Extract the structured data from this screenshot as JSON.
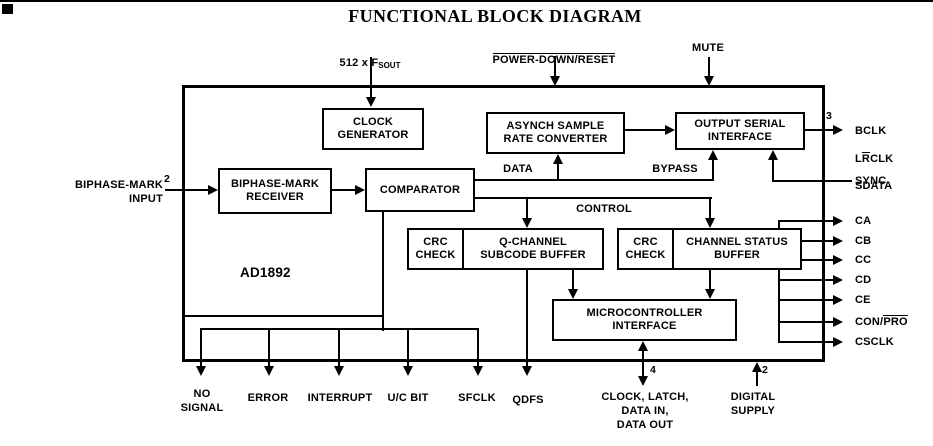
{
  "title": "FUNCTIONAL BLOCK DIAGRAM",
  "chip_label": "AD1892",
  "top_pins": {
    "clock_prefix": "512 x F",
    "clock_sub": "SOUT",
    "power_down": "POWER-DOWN/RESET",
    "mute": "MUTE"
  },
  "left_pins": {
    "biphase_label": "BIPHASE-MARK\nINPUT",
    "biphase_width": "2"
  },
  "blocks": {
    "clock_generator": "CLOCK\nGENERATOR",
    "asrc": "ASYNCH SAMPLE\nRATE CONVERTER",
    "output_serial": "OUTPUT SERIAL\nINTERFACE",
    "biphase_receiver": "BIPHASE-MARK\nRECEIVER",
    "comparator": "COMPARATOR",
    "crc_check_left": "CRC\nCHECK",
    "q_subcode_buffer": "Q-CHANNEL\nSUBCODE BUFFER",
    "crc_check_right": "CRC\nCHECK",
    "channel_status_buffer": "CHANNEL STATUS\nBUFFER",
    "microcontroller_interface": "MICROCONTROLLER\nINTERFACE"
  },
  "wire_labels": {
    "data": "DATA",
    "bypass": "BYPASS",
    "control": "CONTROL"
  },
  "right_pins": {
    "serial_width": "3",
    "bclk": "BCLK",
    "lrclk_l": "L",
    "lrclk_r": "R",
    "lrclk_clk": "CLK",
    "sdata": "SDATA",
    "sync": "SYNC",
    "status": [
      "CA",
      "CB",
      "CC",
      "CD",
      "CE"
    ],
    "con_pro_prefix": "CON/",
    "con_pro_over": "PRO",
    "csclk": "CSCLK"
  },
  "bottom_pins": {
    "no_signal": "NO\nSIGNAL",
    "error": "ERROR",
    "interrupt": "INTERRUPT",
    "uc_bit": "U/C BIT",
    "sfclk": "SFCLK",
    "qdfs": "QDFS",
    "mc_width": "4",
    "mc_signals": "CLOCK, LATCH,\nDATA IN,\nDATA OUT",
    "supply_width": "2",
    "digital_supply": "DIGITAL\nSUPPLY"
  },
  "colors": {
    "line": "#000000",
    "background": "#ffffff"
  }
}
